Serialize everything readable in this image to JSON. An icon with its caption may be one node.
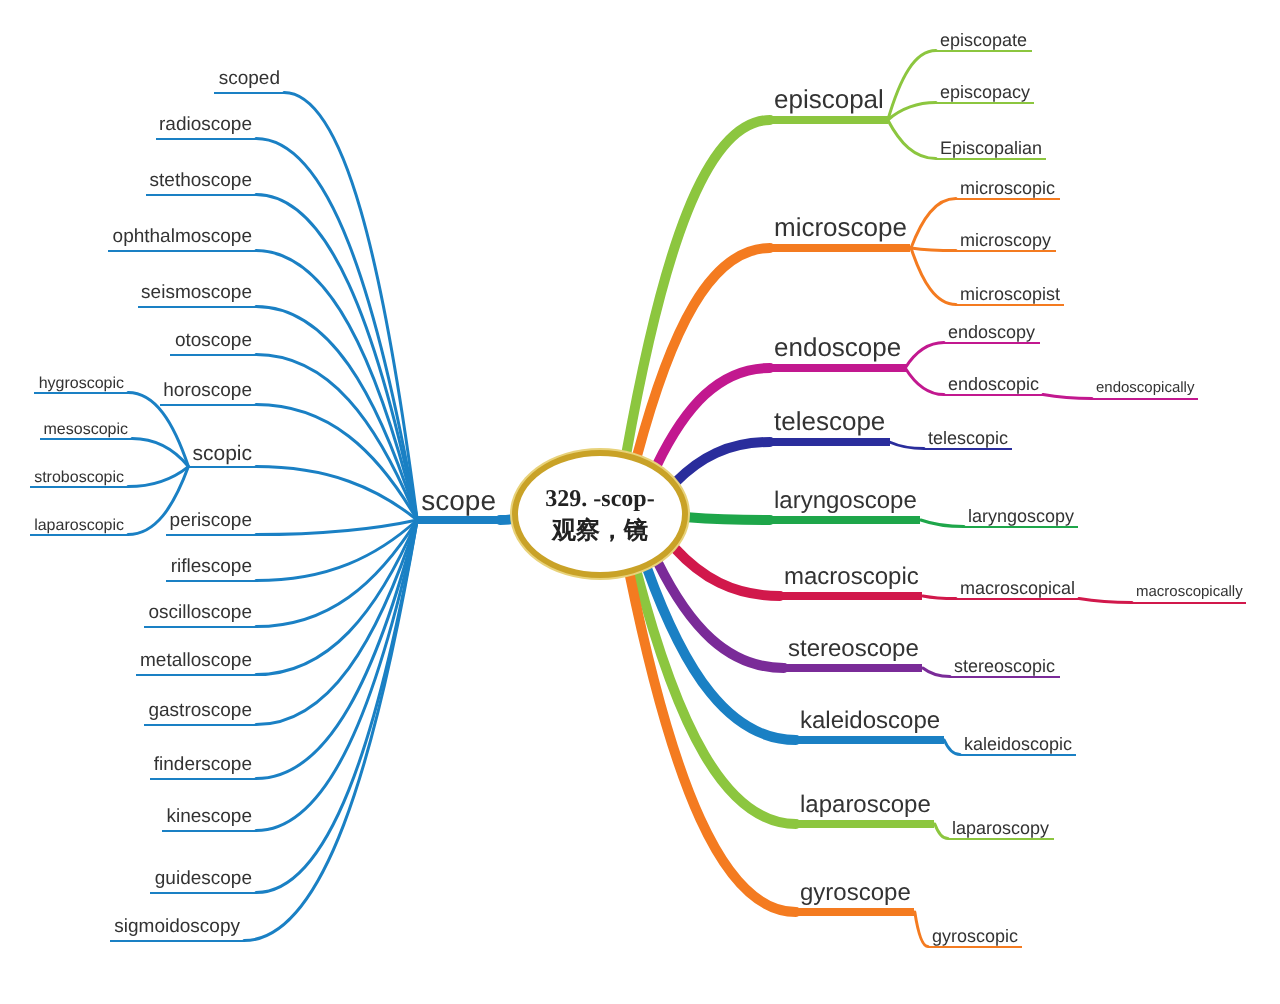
{
  "diagram": {
    "nodes": [
      {
        "text": [
          "329. -scop-",
          "观察，镜"
        ]
      },
      {
        "text": [
          "scope"
        ]
      },
      {
        "text": [
          "scoped"
        ]
      },
      {
        "text": [
          "radioscope"
        ]
      },
      {
        "text": [
          "stethoscope"
        ]
      },
      {
        "text": [
          "ophthalmoscope"
        ]
      },
      {
        "text": [
          "seismoscope"
        ]
      },
      {
        "text": [
          "otoscope"
        ]
      },
      {
        "text": [
          "horoscope"
        ]
      },
      {
        "text": [
          "scopic"
        ]
      },
      {
        "text": [
          "hygroscopic"
        ]
      },
      {
        "text": [
          "mesoscopic"
        ]
      },
      {
        "text": [
          "stroboscopic"
        ]
      },
      {
        "text": [
          "laparoscopic"
        ]
      },
      {
        "text": [
          "periscope"
        ]
      },
      {
        "text": [
          "riflescope"
        ]
      },
      {
        "text": [
          "oscilloscope"
        ]
      },
      {
        "text": [
          "metalloscope"
        ]
      },
      {
        "text": [
          "gastroscope"
        ]
      },
      {
        "text": [
          "finderscope"
        ]
      },
      {
        "text": [
          "kinescope"
        ]
      },
      {
        "text": [
          "guidescope"
        ]
      },
      {
        "text": [
          "sigmoidoscopy"
        ]
      },
      {
        "text": [
          "episcopal"
        ]
      },
      {
        "text": [
          "episcopate"
        ]
      },
      {
        "text": [
          "episcopacy"
        ]
      },
      {
        "text": [
          "Episcopalian"
        ]
      },
      {
        "text": [
          "microscope"
        ]
      },
      {
        "text": [
          "microscopic"
        ]
      },
      {
        "text": [
          "microscopy"
        ]
      },
      {
        "text": [
          "microscopist"
        ]
      },
      {
        "text": [
          "endoscope"
        ]
      },
      {
        "text": [
          "endoscopy"
        ]
      },
      {
        "text": [
          "endoscopic"
        ]
      },
      {
        "text": [
          "endoscopically"
        ]
      },
      {
        "text": [
          "telescope"
        ]
      },
      {
        "text": [
          "telescopic"
        ]
      },
      {
        "text": [
          "laryngoscope"
        ]
      },
      {
        "text": [
          "laryngoscopy"
        ]
      },
      {
        "text": [
          "macroscopic"
        ]
      },
      {
        "text": [
          "macroscopical"
        ]
      },
      {
        "text": [
          "macroscopically"
        ]
      },
      {
        "text": [
          "stereoscope"
        ]
      },
      {
        "text": [
          "stereoscopic"
        ]
      },
      {
        "text": [
          "kaleidoscope"
        ]
      },
      {
        "text": [
          "kaleidoscopic"
        ]
      },
      {
        "text": [
          "laparoscope"
        ]
      },
      {
        "text": [
          "laparoscopy"
        ]
      },
      {
        "text": [
          "gyroscope"
        ]
      },
      {
        "text": [
          "gyroscopic"
        ]
      }
    ],
    "edges": [
      {
        "from": 0,
        "to": 1,
        "arrow": "none",
        "style": "thick"
      },
      {
        "from": 1,
        "to": 2,
        "arrow": "none"
      },
      {
        "from": 1,
        "to": 3,
        "arrow": "none"
      },
      {
        "from": 1,
        "to": 4,
        "arrow": "none"
      },
      {
        "from": 1,
        "to": 5,
        "arrow": "none"
      },
      {
        "from": 1,
        "to": 6,
        "arrow": "none"
      },
      {
        "from": 1,
        "to": 7,
        "arrow": "none"
      },
      {
        "from": 1,
        "to": 8,
        "arrow": "none"
      },
      {
        "from": 1,
        "to": 9,
        "arrow": "none"
      },
      {
        "from": 9,
        "to": 10,
        "arrow": "none"
      },
      {
        "from": 9,
        "to": 11,
        "arrow": "none"
      },
      {
        "from": 9,
        "to": 12,
        "arrow": "none"
      },
      {
        "from": 9,
        "to": 13,
        "arrow": "none"
      },
      {
        "from": 1,
        "to": 14,
        "arrow": "none"
      },
      {
        "from": 1,
        "to": 15,
        "arrow": "none"
      },
      {
        "from": 1,
        "to": 16,
        "arrow": "none"
      },
      {
        "from": 1,
        "to": 17,
        "arrow": "none"
      },
      {
        "from": 1,
        "to": 18,
        "arrow": "none"
      },
      {
        "from": 1,
        "to": 19,
        "arrow": "none"
      },
      {
        "from": 1,
        "to": 20,
        "arrow": "none"
      },
      {
        "from": 1,
        "to": 21,
        "arrow": "none"
      },
      {
        "from": 1,
        "to": 22,
        "arrow": "none"
      },
      {
        "from": 0,
        "to": 23,
        "arrow": "none",
        "style": "thick",
        "color": "#8cc63f"
      },
      {
        "from": 23,
        "to": 24,
        "arrow": "none",
        "color": "#8cc63f"
      },
      {
        "from": 23,
        "to": 25,
        "arrow": "none",
        "color": "#8cc63f"
      },
      {
        "from": 23,
        "to": 26,
        "arrow": "none",
        "color": "#8cc63f"
      },
      {
        "from": 0,
        "to": 27,
        "arrow": "none",
        "style": "thick",
        "color": "#f47b20"
      },
      {
        "from": 27,
        "to": 28,
        "arrow": "none",
        "color": "#f47b20"
      },
      {
        "from": 27,
        "to": 29,
        "arrow": "none",
        "color": "#f47b20"
      },
      {
        "from": 27,
        "to": 30,
        "arrow": "none",
        "color": "#f47b20"
      },
      {
        "from": 0,
        "to": 31,
        "arrow": "none",
        "style": "thick",
        "color": "#c2188f"
      },
      {
        "from": 31,
        "to": 32,
        "arrow": "none",
        "color": "#c2188f"
      },
      {
        "from": 31,
        "to": 33,
        "arrow": "none",
        "color": "#c2188f"
      },
      {
        "from": 33,
        "to": 34,
        "arrow": "none",
        "color": "#c2188f"
      },
      {
        "from": 0,
        "to": 35,
        "arrow": "none",
        "style": "thick",
        "color": "#2a2d9c"
      },
      {
        "from": 35,
        "to": 36,
        "arrow": "none",
        "color": "#2a2d9c"
      },
      {
        "from": 0,
        "to": 37,
        "arrow": "none",
        "style": "thick",
        "color": "#1ea64a"
      },
      {
        "from": 37,
        "to": 38,
        "arrow": "none",
        "color": "#1ea64a"
      },
      {
        "from": 0,
        "to": 39,
        "arrow": "none",
        "style": "thick",
        "color": "#d1184b"
      },
      {
        "from": 39,
        "to": 40,
        "arrow": "none",
        "color": "#d1184b"
      },
      {
        "from": 40,
        "to": 41,
        "arrow": "none",
        "color": "#d1184b"
      },
      {
        "from": 0,
        "to": 42,
        "arrow": "none",
        "style": "thick",
        "color": "#7a2b98"
      },
      {
        "from": 42,
        "to": 43,
        "arrow": "none",
        "color": "#7a2b98"
      },
      {
        "from": 0,
        "to": 44,
        "arrow": "none",
        "style": "thick"
      },
      {
        "from": 44,
        "to": 45,
        "arrow": "none"
      },
      {
        "from": 0,
        "to": 46,
        "arrow": "none",
        "style": "thick",
        "color": "#8cc63f"
      },
      {
        "from": 46,
        "to": 47,
        "arrow": "none",
        "color": "#8cc63f"
      },
      {
        "from": 0,
        "to": 48,
        "arrow": "none",
        "style": "thick",
        "color": "#f47b20"
      },
      {
        "from": 48,
        "to": 49,
        "arrow": "none",
        "color": "#f47b20"
      }
    ]
  }
}
